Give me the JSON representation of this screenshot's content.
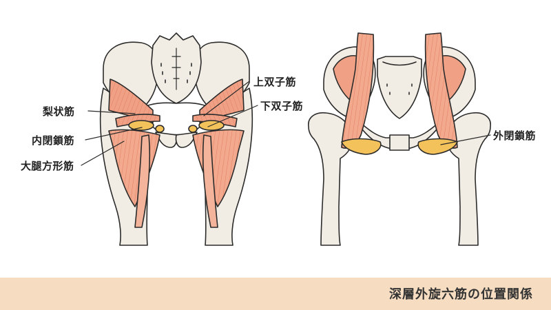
{
  "labels": {
    "piriformis": "梨状筋",
    "obturator_internus": "内閉鎖筋",
    "quadratus_femoris": "大腿方形筋",
    "gemellus_superior": "上双子筋",
    "gemellus_inferior": "下双子筋",
    "obturator_externus": "外閉鎖筋"
  },
  "caption": "深層外旋六筋の位置関係",
  "colors": {
    "bone": "#f2ede4",
    "outline": "#2b2b2b",
    "muscle": "#f0a185",
    "muscle_dark": "#e77f63",
    "tendon": "#f8d9c6",
    "ligament": "#f4c25a",
    "footer": "#f6dcc0"
  }
}
